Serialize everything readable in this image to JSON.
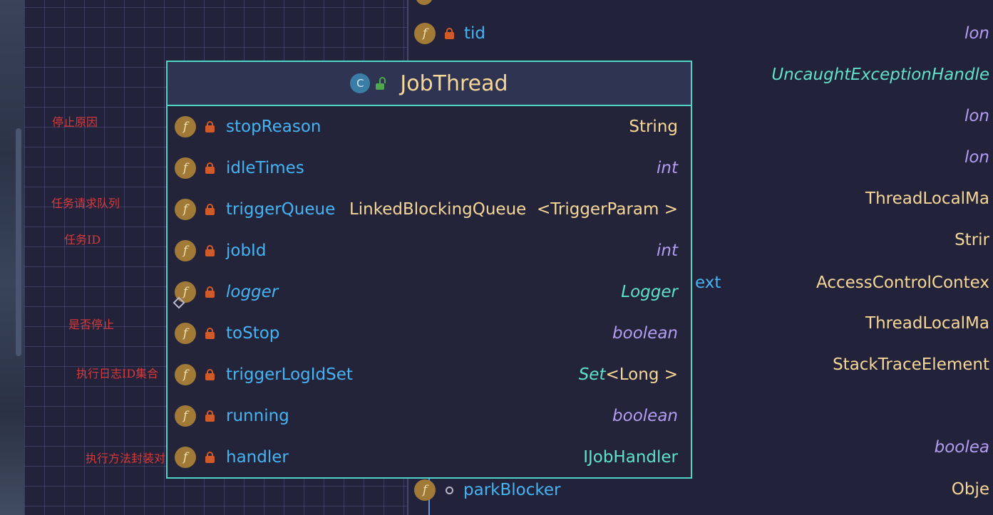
{
  "card": {
    "badge": "C",
    "title": "JobThread",
    "fields": [
      {
        "name": "stopReason",
        "type": "String"
      },
      {
        "name": "idleTimes",
        "type": "int"
      },
      {
        "name": "triggerQueue",
        "type": "LinkedBlockingQueue",
        "generic": "<TriggerParam >"
      },
      {
        "name": "jobId",
        "type": "int"
      },
      {
        "name": "logger",
        "type": "Logger"
      },
      {
        "name": "toStop",
        "type": "boolean"
      },
      {
        "name": "triggerLogIdSet",
        "type": "Set",
        "generic": "<Long >"
      },
      {
        "name": "running",
        "type": "boolean"
      },
      {
        "name": "handler",
        "type": "IJobHandler"
      }
    ]
  },
  "annotations": [
    "停止原因",
    "任务请求队列",
    "任务ID",
    "是否停止",
    "执行日志ID集合",
    "执行方法封装对象"
  ],
  "back_card": {
    "badge": "f",
    "tid": "tid",
    "tid_type": "lon",
    "ext_fragment": "ext",
    "park_blocker": "parkBlocker",
    "types": [
      "UncaughtExceptionHandle",
      "lon",
      "lon",
      "ThreadLocalMa",
      "Strir",
      "AccessControlContex",
      "ThreadLocalMa",
      "StackTraceElement",
      "boolea",
      "Obje"
    ]
  }
}
